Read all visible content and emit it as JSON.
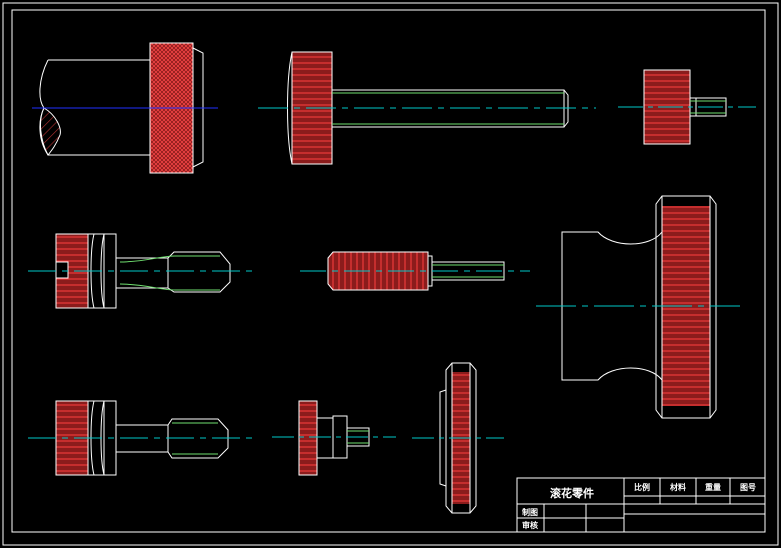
{
  "colors": {
    "background": "#000000",
    "outline": "#ffffff",
    "knurl_fill": "#8b1c1c",
    "knurl_lines": "#ff3333",
    "centerline": "#00c8c8",
    "axis_blue": "#2030ff",
    "thread": "#70e070"
  },
  "title_block": {
    "part_name": "滚花零件",
    "scale_label": "比例",
    "material_label": "材料",
    "weight_label": "重量",
    "drawing_no_label": "图号",
    "drawn_by_label": "制图",
    "checked_by_label": "审核"
  },
  "parts": [
    {
      "id": "knurled-roller-section"
    },
    {
      "id": "long-knurled-shaft"
    },
    {
      "id": "small-knurled-knob"
    },
    {
      "id": "grooved-knurled-screw"
    },
    {
      "id": "knurled-sleeve-pin"
    },
    {
      "id": "large-knurled-wheel"
    },
    {
      "id": "knurled-screw-lower"
    },
    {
      "id": "small-knurled-stud"
    },
    {
      "id": "knurled-disc"
    }
  ]
}
